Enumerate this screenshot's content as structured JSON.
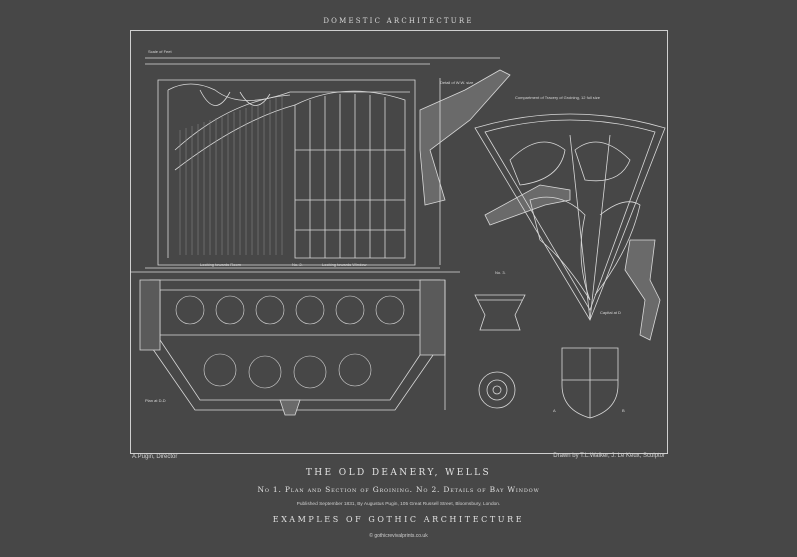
{
  "header": {
    "title": "DOMESTIC ARCHITECTURE"
  },
  "plate": {
    "credit_left": "A.Pugin, Director",
    "credit_right": "Drawn by T.L.Walker, J. Le Keux, Sculptor",
    "labels": {
      "section_left": "Looking towards Room",
      "fig2": "No. 2.",
      "section_right": "Looking towards Window",
      "compartment": "Compartment of Tracery of Groining, 12 full size",
      "fig3": "No. 3.",
      "scale_note": "Scale of Feet",
      "detail_note": "Detail of W.W. size",
      "capital_note": "Capital at D",
      "plan_label": "Plan at D-D",
      "shield_a": "A",
      "shield_b": "B"
    }
  },
  "footer": {
    "title": "THE OLD DEANERY, WELLS",
    "subtitle": "No 1. Plan and Section of Groining. No 2. Details of Bay Window",
    "published": "Published September 1831, By Augustus Pugin, 105 Great Russell Street, Bloomsbury, London.",
    "series": "EXAMPLES OF GOTHIC ARCHITECTURE",
    "site": "© gothicrevivalprints.co.uk"
  },
  "colors": {
    "background": "#474747",
    "line": "#d9d9d9",
    "fill_dark": "#5a5a5a"
  }
}
